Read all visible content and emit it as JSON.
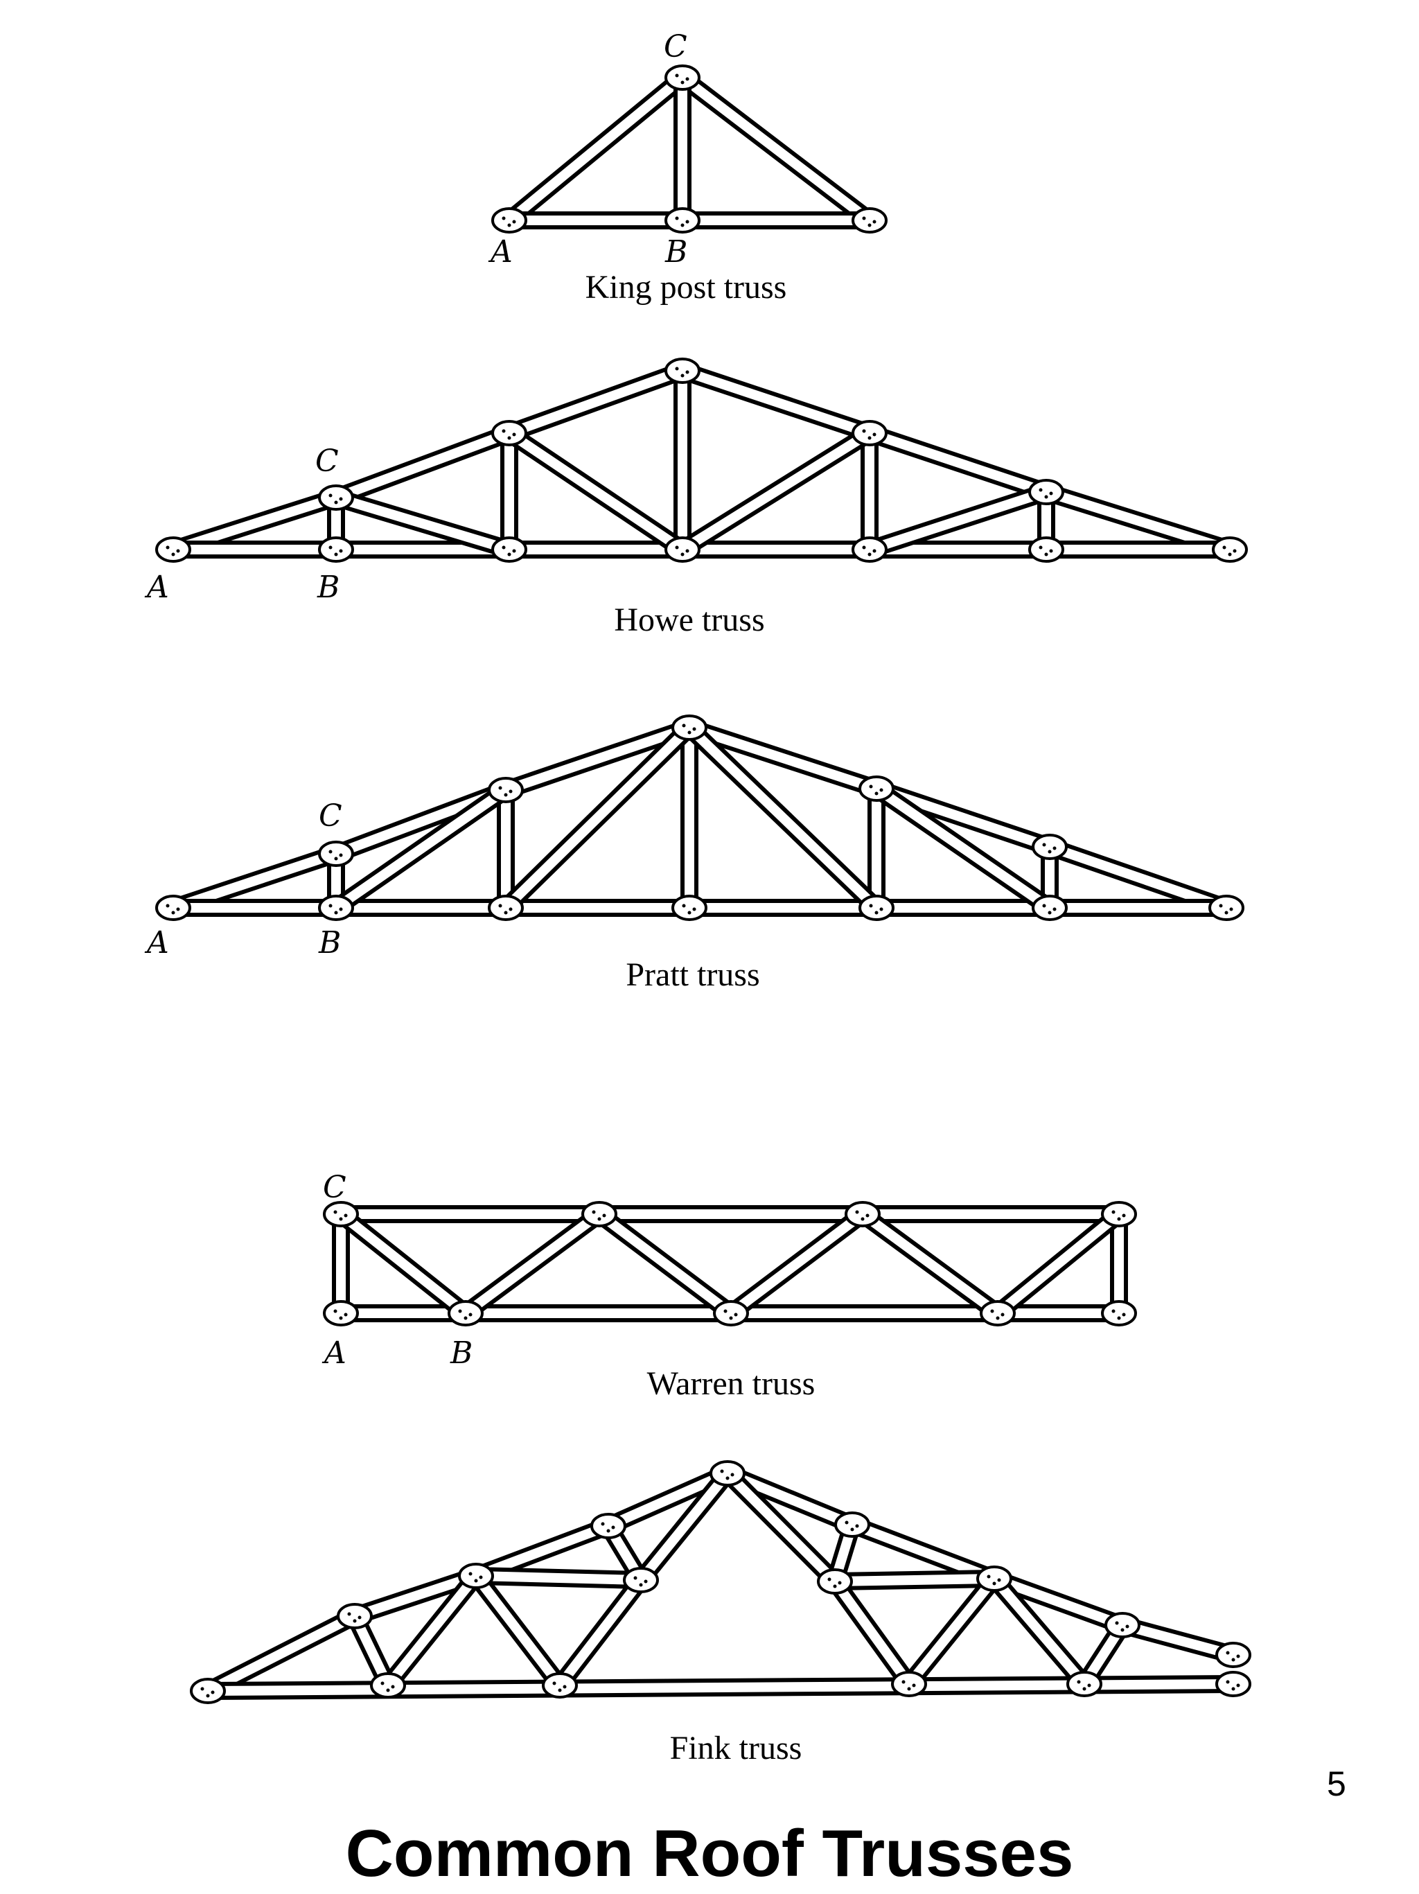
{
  "title": "Common Roof Trusses",
  "page_number": "5",
  "trusses": [
    {
      "name": "King post truss",
      "labels": {
        "A": "A",
        "B": "B",
        "C": "C"
      }
    },
    {
      "name": "Howe truss",
      "labels": {
        "A": "A",
        "B": "B",
        "C": "C"
      }
    },
    {
      "name": "Pratt truss",
      "labels": {
        "A": "A",
        "B": "B",
        "C": "C"
      }
    },
    {
      "name": "Warren truss",
      "labels": {
        "A": "A",
        "B": "B",
        "C": "C"
      }
    },
    {
      "name": "Fink truss"
    }
  ]
}
